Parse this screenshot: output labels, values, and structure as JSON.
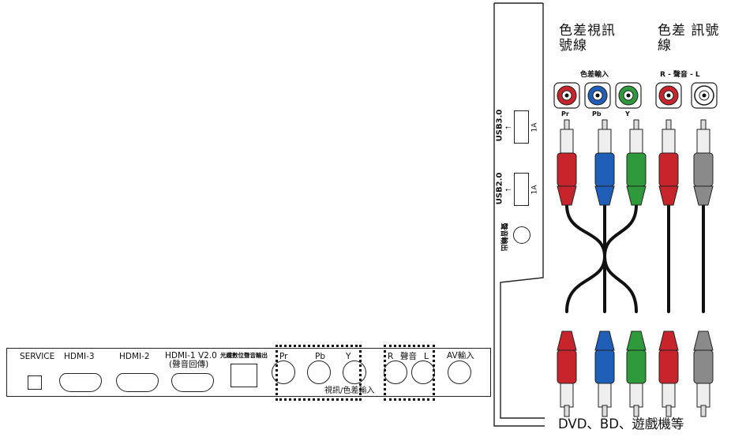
{
  "rear_panel": {
    "service_label": "SERVICE",
    "hdmi3_label": "HDMI-3",
    "hdmi2_label": "HDMI-2",
    "hdmi1_label": "HDMI-1 V2.0",
    "hdmi1_sub": "(聲音回傳)",
    "optical_label": "光纖數位聲音輸出",
    "pr_label": "Pr",
    "pb_label": "Pb",
    "y_label": "Y",
    "audio_r": "R",
    "audio_mid": "聲音",
    "audio_l": "L",
    "av_label": "AV輸入",
    "combined_label": "視訊/色差輸入"
  },
  "side_panel": {
    "usb3_label": "USB3.0",
    "usb3_rating": "1A",
    "usb2_label": "USB2.0",
    "usb2_rating": "1A",
    "audio_out_label": "聲音輸出"
  },
  "cables": {
    "component_video_title": "色差視訊號線",
    "component_audio_title": "色差 訊號線",
    "component_input_label": "色差輸入",
    "audio_input_label": "R - 聲音 - L",
    "jack_pr": "Pr",
    "jack_pb": "Pb",
    "jack_y": "Y"
  },
  "device_label": "DVD、BD、遊戲機等",
  "colors": {
    "red": "#c8242c",
    "blue": "#1f5fb8",
    "green": "#2f9a3c",
    "gray": "#8a8a8a",
    "black": "#111111"
  }
}
